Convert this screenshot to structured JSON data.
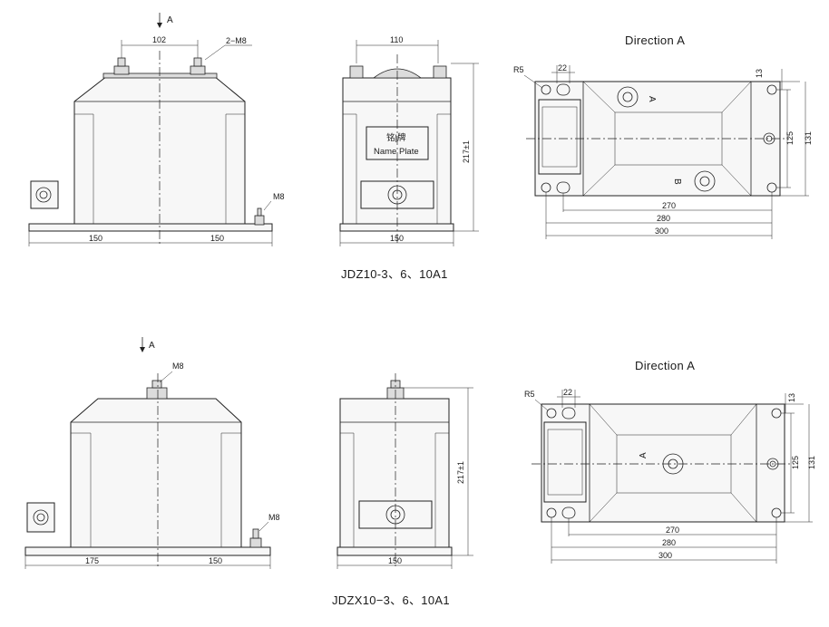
{
  "arrow_label_top": "A",
  "arrow_label_bottom": "A",
  "top": {
    "caption": "JDZ10-3、6、10A1",
    "front": {
      "dim_top": "102",
      "bolt_label": "2−M8",
      "ground_label": "M8",
      "dim_left": "150",
      "dim_right": "150"
    },
    "side": {
      "dim_top": "110",
      "dim_height": "217±1",
      "dim_bottom": "150",
      "nameplate_cn": "铭|牌",
      "nameplate_en": "Name Plate"
    },
    "plan": {
      "title": "Direction A",
      "r_label": "R5",
      "dim_22": "22",
      "dim_13": "13",
      "dim_125": "125",
      "dim_131": "131",
      "dim_270": "270",
      "dim_280": "280",
      "dim_300": "300",
      "mark_a": "A",
      "mark_b": "B"
    }
  },
  "bottom": {
    "caption": "JDZX10−3、6、10A1",
    "front": {
      "bolt_label": "M8",
      "ground_label": "M8",
      "dim_left": "175",
      "dim_right": "150"
    },
    "side": {
      "dim_height": "217±1",
      "dim_bottom": "150"
    },
    "plan": {
      "title": "Direction A",
      "r_label": "R5",
      "dim_22": "22",
      "dim_13": "13",
      "dim_125": "125",
      "dim_131": "131",
      "dim_270": "270",
      "dim_280": "280",
      "dim_300": "300",
      "mark_a": "A"
    }
  }
}
